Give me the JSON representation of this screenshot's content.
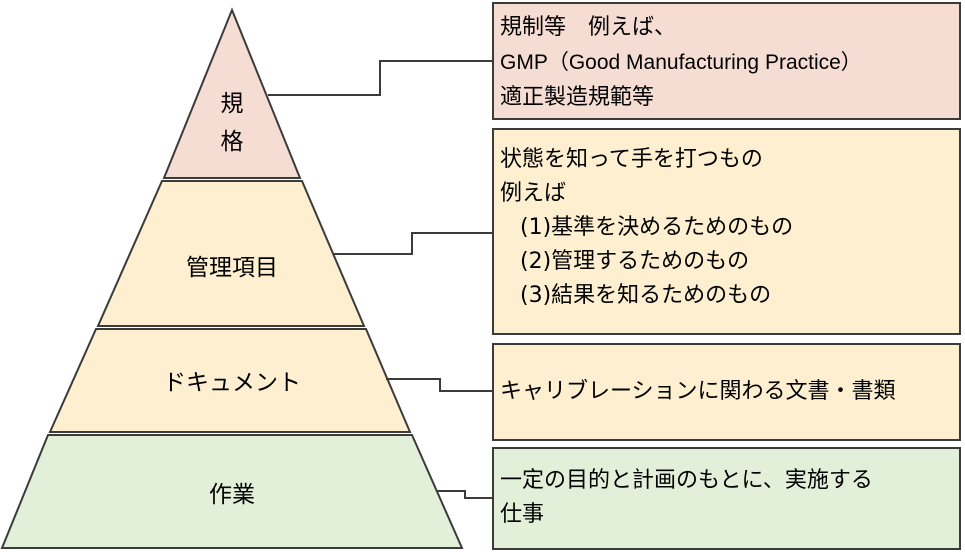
{
  "pyramid": {
    "standards": {
      "line1": "規",
      "line2": "格",
      "fill": "#f6ddd3"
    },
    "control_items": {
      "label": "管理項目",
      "fill": "#fdefcf"
    },
    "documents": {
      "label": "ドキュメント",
      "fill": "#fdefcf"
    },
    "work": {
      "label": "作業",
      "fill": "#e2efd9"
    }
  },
  "boxes": {
    "standards": {
      "line1": "規制等　例えば、",
      "line2": "GMP（Good Manufacturing Practice）",
      "line3": "適正製造規範等"
    },
    "control_items": {
      "line1": "状態を知って手を打つもの",
      "line2": "例えば",
      "item1": "(1)基準を決めるためのもの",
      "item2": "(2)管理するためのもの",
      "item3": "(3)結果を知るためのもの"
    },
    "documents": {
      "text": "キャリブレーションに関わる文書・書類"
    },
    "work": {
      "line1": "一定の目的と計画のもとに、実施する",
      "line2": "仕事"
    }
  },
  "colors": {
    "outline": "#3b3b3b",
    "pink": "#f6ddd3",
    "cream": "#fdefcf",
    "green": "#e2efd9"
  }
}
